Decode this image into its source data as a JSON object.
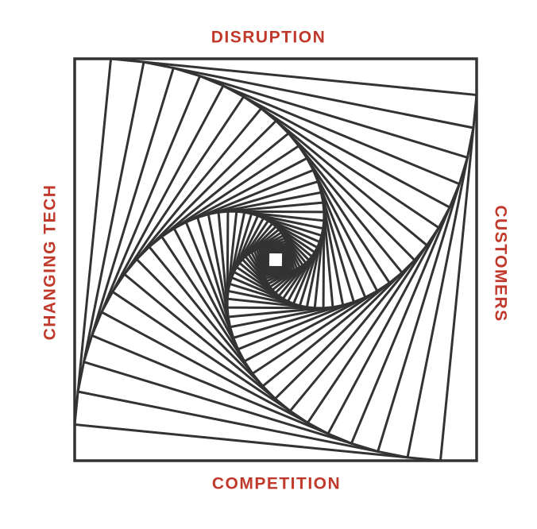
{
  "labels": {
    "top": "DISRUPTION",
    "right": "CUSTOMERS",
    "bottom": "COMPETITION",
    "left": "CHANGING TECH"
  },
  "colors": {
    "label": "#c0392b",
    "line": "#333333",
    "background": "#ffffff"
  },
  "graphic": {
    "type": "spiral-of-rotated-squares"
  }
}
